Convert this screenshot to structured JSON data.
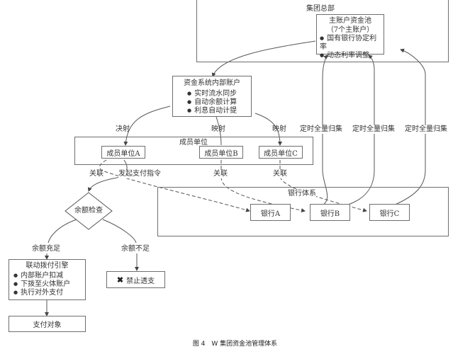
{
  "hq": {
    "label": "集团总部",
    "pool": {
      "title_line1": "主账户资金池",
      "title_line2": "（7个主账户）",
      "bullets": [
        "国有银行协定利率",
        "动态利率调整"
      ]
    }
  },
  "internal_account": {
    "title": "资金系统内部账户",
    "bullets": [
      "实时流水同步",
      "自动余额计算",
      "利息自动计提"
    ]
  },
  "members": {
    "label": "成员单位",
    "units": [
      "成员单位A",
      "成员单位B",
      "成员单位C"
    ]
  },
  "banks": {
    "label": "银行体系",
    "items": [
      "银行A",
      "银行B",
      "银行C"
    ]
  },
  "edge_labels": {
    "map_a": "决射",
    "map_b": "映射",
    "map_c": "映射",
    "sweep_1": "定时全量归集",
    "sweep_2": "定时全量归集",
    "sweep_3": "定时全量归集",
    "link_a": "关联",
    "pay_instruction": "发起支付指令",
    "link_b": "关联",
    "link_c": "关联",
    "sufficient": "余额充足",
    "insufficient": "余额不足"
  },
  "decision": {
    "label": "余额检查"
  },
  "payment_engine": {
    "title": "联动拨付引擎",
    "bullets": [
      "内部账户扣减",
      "下拨至火体账户",
      "执行对外支付"
    ]
  },
  "payee": {
    "label": "支付对象"
  },
  "overdraft": {
    "icon": "cross-icon",
    "label": "禁止透支"
  },
  "caption": "图 4　W 集团资金池管理体系"
}
